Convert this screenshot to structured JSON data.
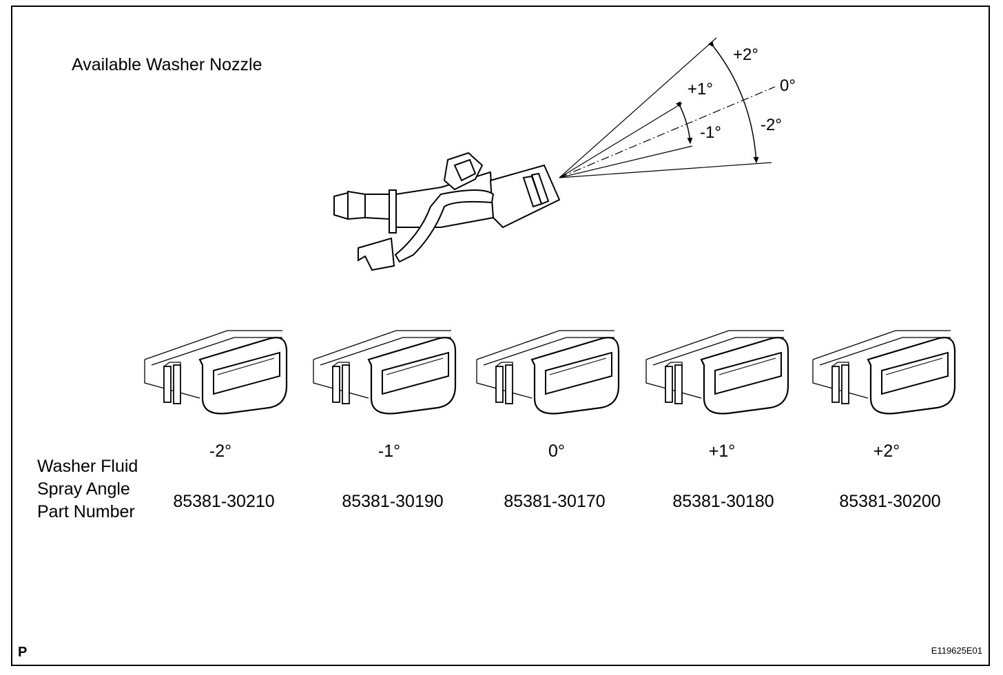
{
  "figure": {
    "title": "Available Washer Nozzle",
    "corner_mark": "P",
    "figure_code": "E119625E01"
  },
  "spray_diagram": {
    "labels": {
      "plus2": "+2°",
      "zero": "0°",
      "plus1": "+1°",
      "minus1": "-1°",
      "minus2": "-2°"
    }
  },
  "table": {
    "row_labels": [
      "Washer Fluid",
      "Spray Angle",
      "Part Number"
    ],
    "columns": [
      {
        "angle": "-2°",
        "part_number": "85381-30210"
      },
      {
        "angle": "-1°",
        "part_number": "85381-30190"
      },
      {
        "angle": "0°",
        "part_number": "85381-30170"
      },
      {
        "angle": "+1°",
        "part_number": "85381-30180"
      },
      {
        "angle": "+2°",
        "part_number": "85381-30200"
      }
    ]
  }
}
